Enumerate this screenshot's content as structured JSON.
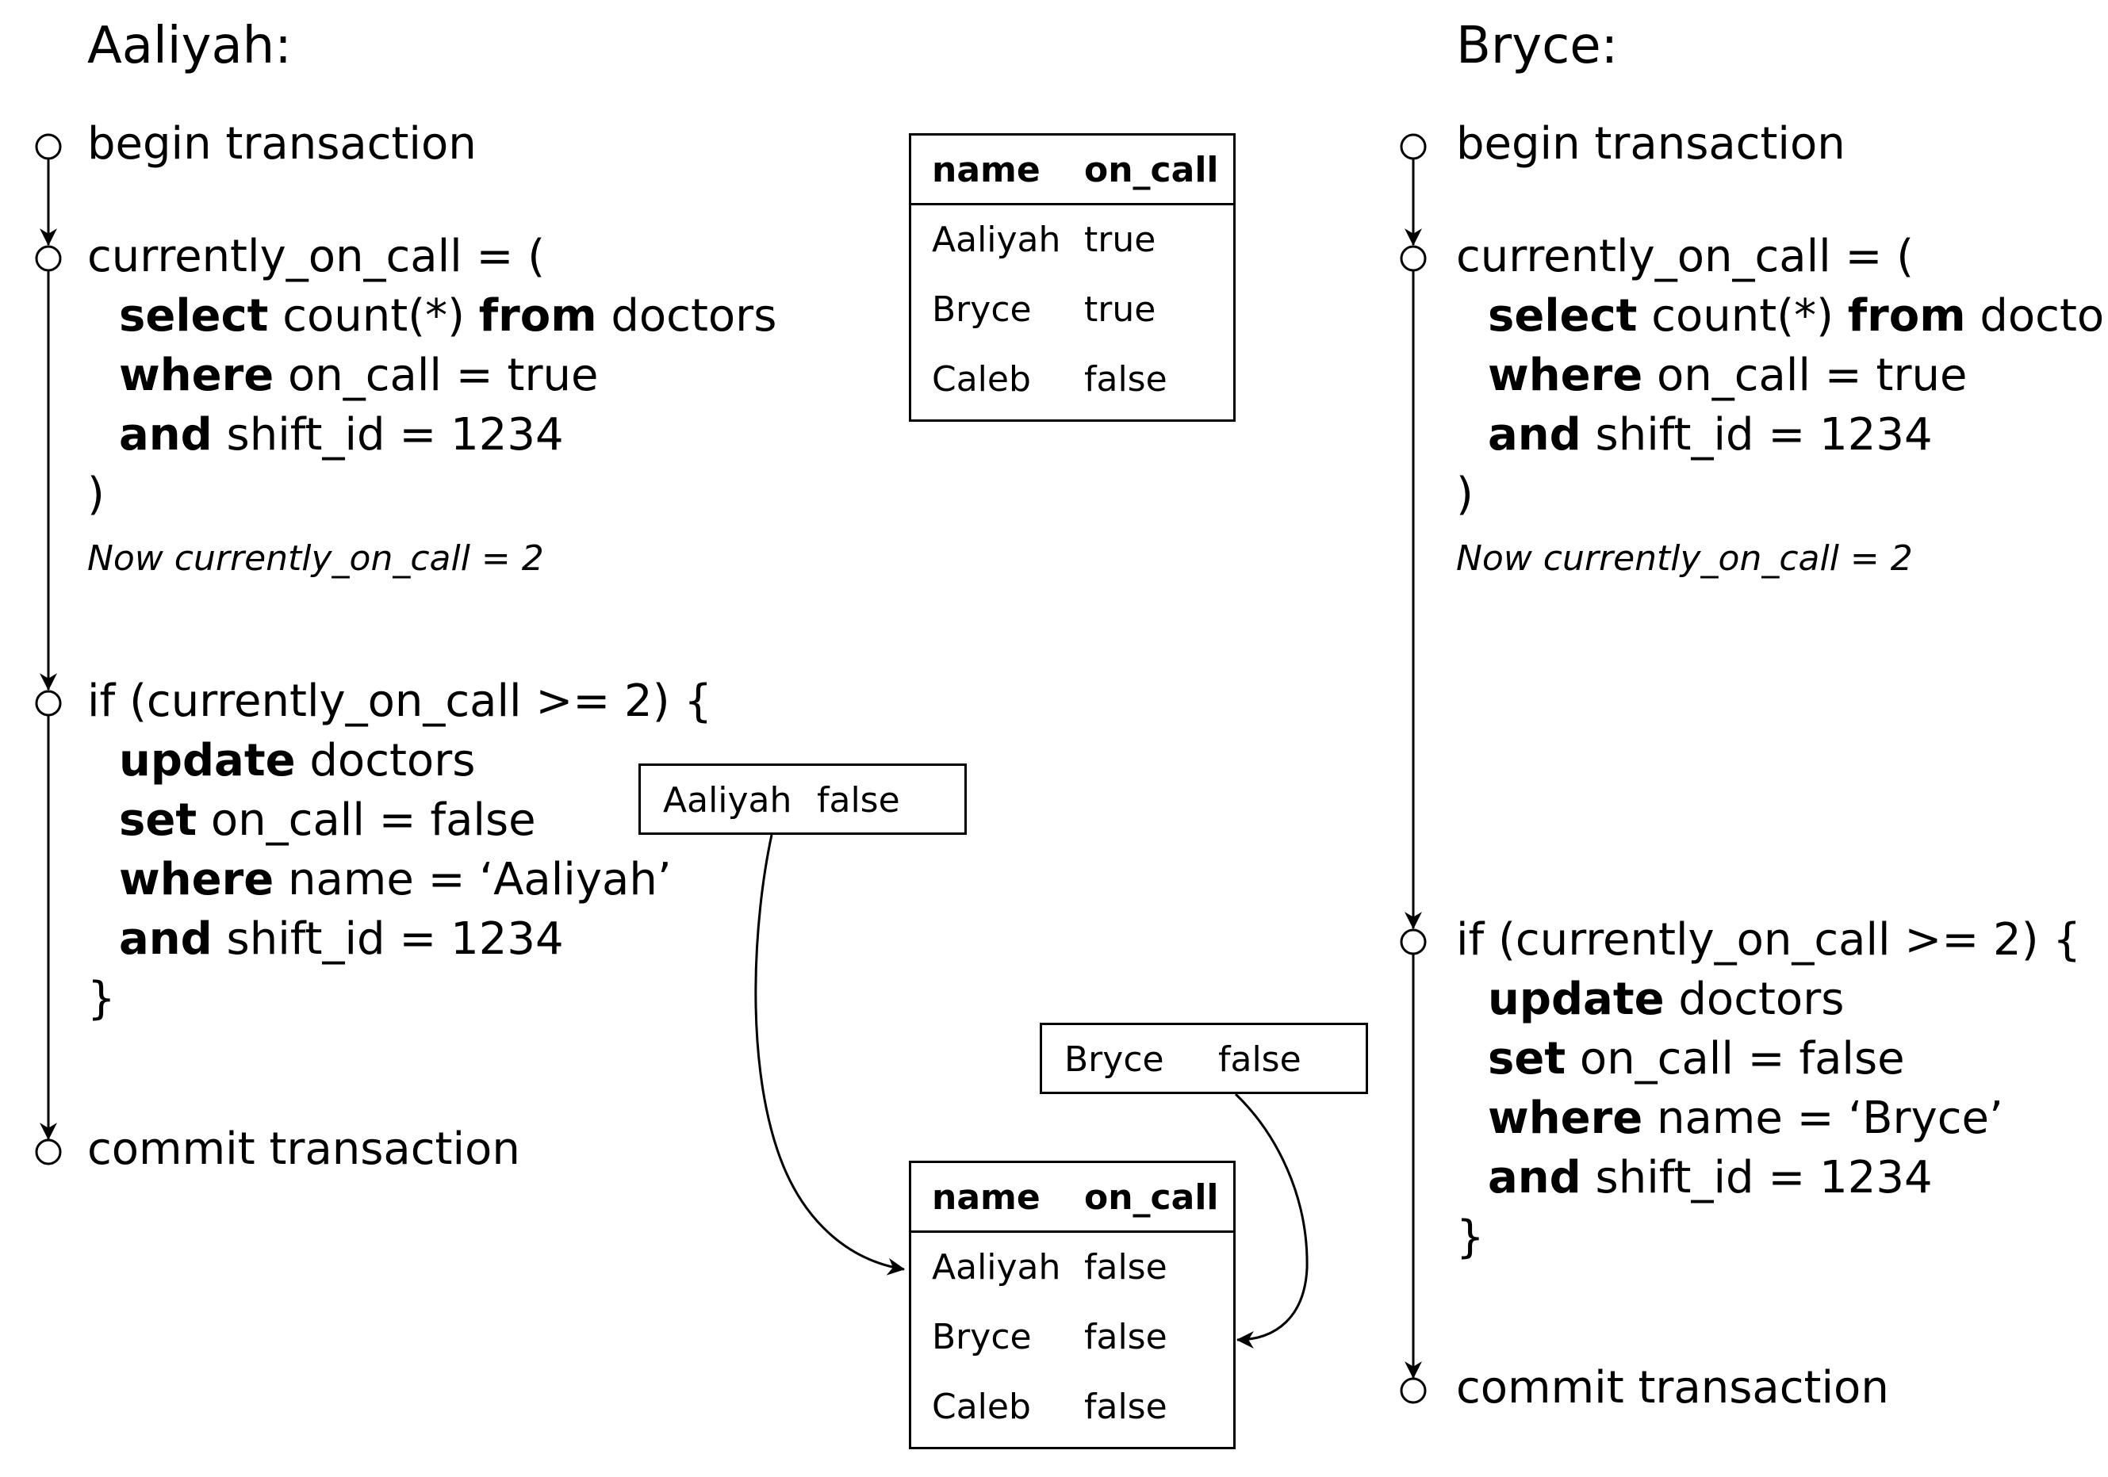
{
  "left": {
    "title": "Aaliyah:",
    "begin": "begin transaction",
    "query": {
      "l1": "currently_on_call = (",
      "l2_kw1": "select",
      "l2_a": " count(*) ",
      "l2_kw2": "from",
      "l2_b": " doctors",
      "l3_kw": "where",
      "l3_rest": " on_call = true",
      "l4_kw": "and",
      "l4_rest": " shift_id = 1234",
      "l5": ")"
    },
    "note": "Now currently_on_call = 2",
    "update": {
      "l1": "if (currently_on_call >= 2) {",
      "l2_kw": "update",
      "l2_rest": " doctors",
      "l3_kw": "set",
      "l3_rest": " on_call = false",
      "l4_kw": "where",
      "l4_rest": " name = ‘Aaliyah’",
      "l5_kw": "and",
      "l5_rest": " shift_id = 1234",
      "l6": "}"
    },
    "commit": "commit transaction"
  },
  "right": {
    "title": "Bryce:",
    "begin": "begin transaction",
    "query": {
      "l1": "currently_on_call = (",
      "l2_kw1": "select",
      "l2_a": " count(*) ",
      "l2_kw2": "from",
      "l2_b": " doctors",
      "l3_kw": "where",
      "l3_rest": " on_call = true",
      "l4_kw": "and",
      "l4_rest": " shift_id = 1234",
      "l5": ")"
    },
    "note": "Now currently_on_call = 2",
    "update": {
      "l1": "if (currently_on_call >= 2) {",
      "l2_kw": "update",
      "l2_rest": " doctors",
      "l3_kw": "set",
      "l3_rest": " on_call = false",
      "l4_kw": "where",
      "l4_rest": " name = ‘Bryce’",
      "l5_kw": "and",
      "l5_rest": " shift_id = 1234",
      "l6": "}"
    },
    "commit": "commit transaction"
  },
  "table_before": {
    "headers": [
      "name",
      "on_call"
    ],
    "rows": [
      [
        "Aaliyah",
        "true"
      ],
      [
        "Bryce",
        "true"
      ],
      [
        "Caleb",
        "false"
      ]
    ]
  },
  "table_after": {
    "headers": [
      "name",
      "on_call"
    ],
    "rows": [
      [
        "Aaliyah",
        "false"
      ],
      [
        "Bryce",
        "false"
      ],
      [
        "Caleb",
        "false"
      ]
    ]
  },
  "write_aaliyah": {
    "name": "Aaliyah",
    "value": "false"
  },
  "write_bryce": {
    "name": "Bryce",
    "value": "false"
  }
}
